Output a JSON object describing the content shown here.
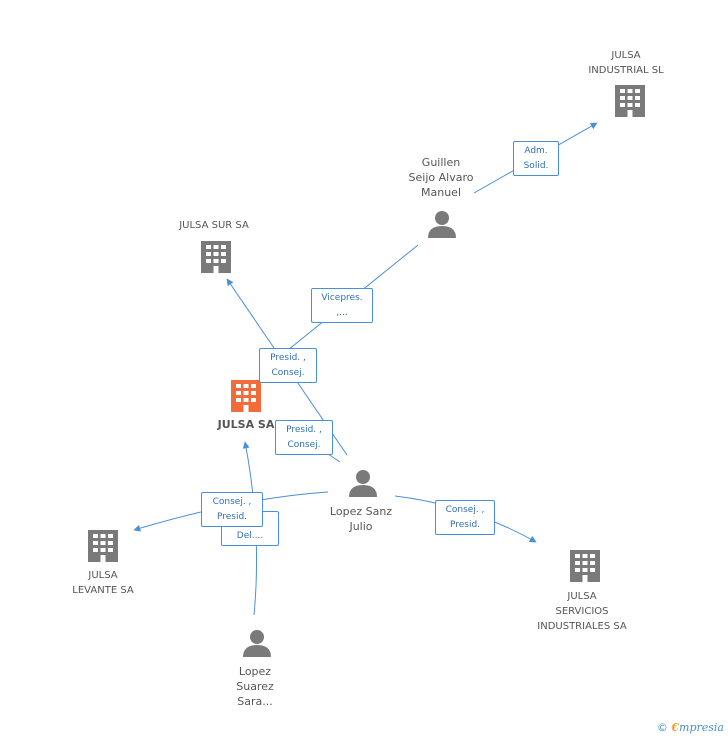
{
  "colors": {
    "edge": "#4a90d9",
    "building": "#7a7a7a",
    "building_main": "#f26b3a",
    "person": "#7a7a7a"
  },
  "nodes": {
    "julsa_industrial": {
      "label": "JULSA\nINDUSTRIAL SL",
      "icon": "building-icon"
    },
    "guillen": {
      "label": "Guillen\nSeijo Alvaro\nManuel",
      "icon": "person-icon"
    },
    "julsa_sur": {
      "label": "JULSA SUR SA",
      "icon": "building-icon"
    },
    "julsa_sa": {
      "label": "JULSA SA",
      "icon": "building-icon"
    },
    "lopez_julio": {
      "label": "Lopez Sanz\nJulio",
      "icon": "person-icon"
    },
    "julsa_levante": {
      "label": "JULSA\nLEVANTE SA",
      "icon": "building-icon"
    },
    "julsa_servicios": {
      "label": "JULSA\nSERVICIOS\nINDUSTRIALES SA",
      "icon": "building-icon"
    },
    "lopez_sara": {
      "label": "Lopez\nSuarez\nSara...",
      "icon": "person-icon"
    }
  },
  "edges": {
    "adm_solid": "Adm.\nSolid.",
    "vicepres": "Vicepres.\n,...",
    "presid_consej_1": "Presid. ,\nConsej.",
    "presid_consej_2": "Presid. ,\nConsej.",
    "consej_presid_levante": "Consej. ,\nPresid.",
    "del": "...\nDel....",
    "consej_presid_servicios": "Consej. ,\nPresid."
  },
  "footer": {
    "copyright": "©",
    "brand_e": "€",
    "brand_rest": "mpresia"
  }
}
